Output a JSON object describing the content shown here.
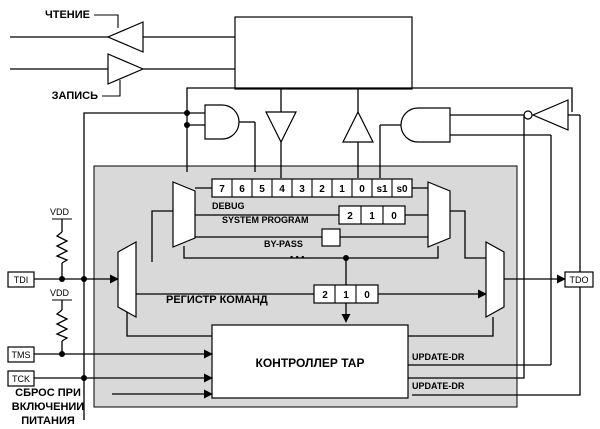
{
  "labels": {
    "read": "ЧТЕНИЕ",
    "write": "ЗАПИСЬ",
    "debug": "DEBUG",
    "system_program": "SYSTEM PROGRAM",
    "bypass": "BY-PASS",
    "dots": "• • •",
    "instruction_register": "РЕГИСТР КОМАНД",
    "tap_controller": "КОНТРОЛЛЕР ТАР",
    "update_dr_1": "UPDATE-DR",
    "update_dr_2": "UPDATE-DR",
    "power_on_reset_1": "СБРОС ПРИ",
    "power_on_reset_2": "ВКЛЮЧЕНИИ",
    "power_on_reset_3": "ПИТАНИЯ",
    "vdd_1": "VDD",
    "vdd_2": "VDD"
  },
  "pins": {
    "tdi": "TDI",
    "tdo": "TDO",
    "tms": "TMS",
    "tck": "TCK"
  },
  "debug_register_cells": [
    "7",
    "6",
    "5",
    "4",
    "3",
    "2",
    "1",
    "0",
    "s1",
    "s0"
  ],
  "system_program_cells": [
    "2",
    "1",
    "0"
  ],
  "instruction_register_cells": [
    "2",
    "1",
    "0"
  ]
}
